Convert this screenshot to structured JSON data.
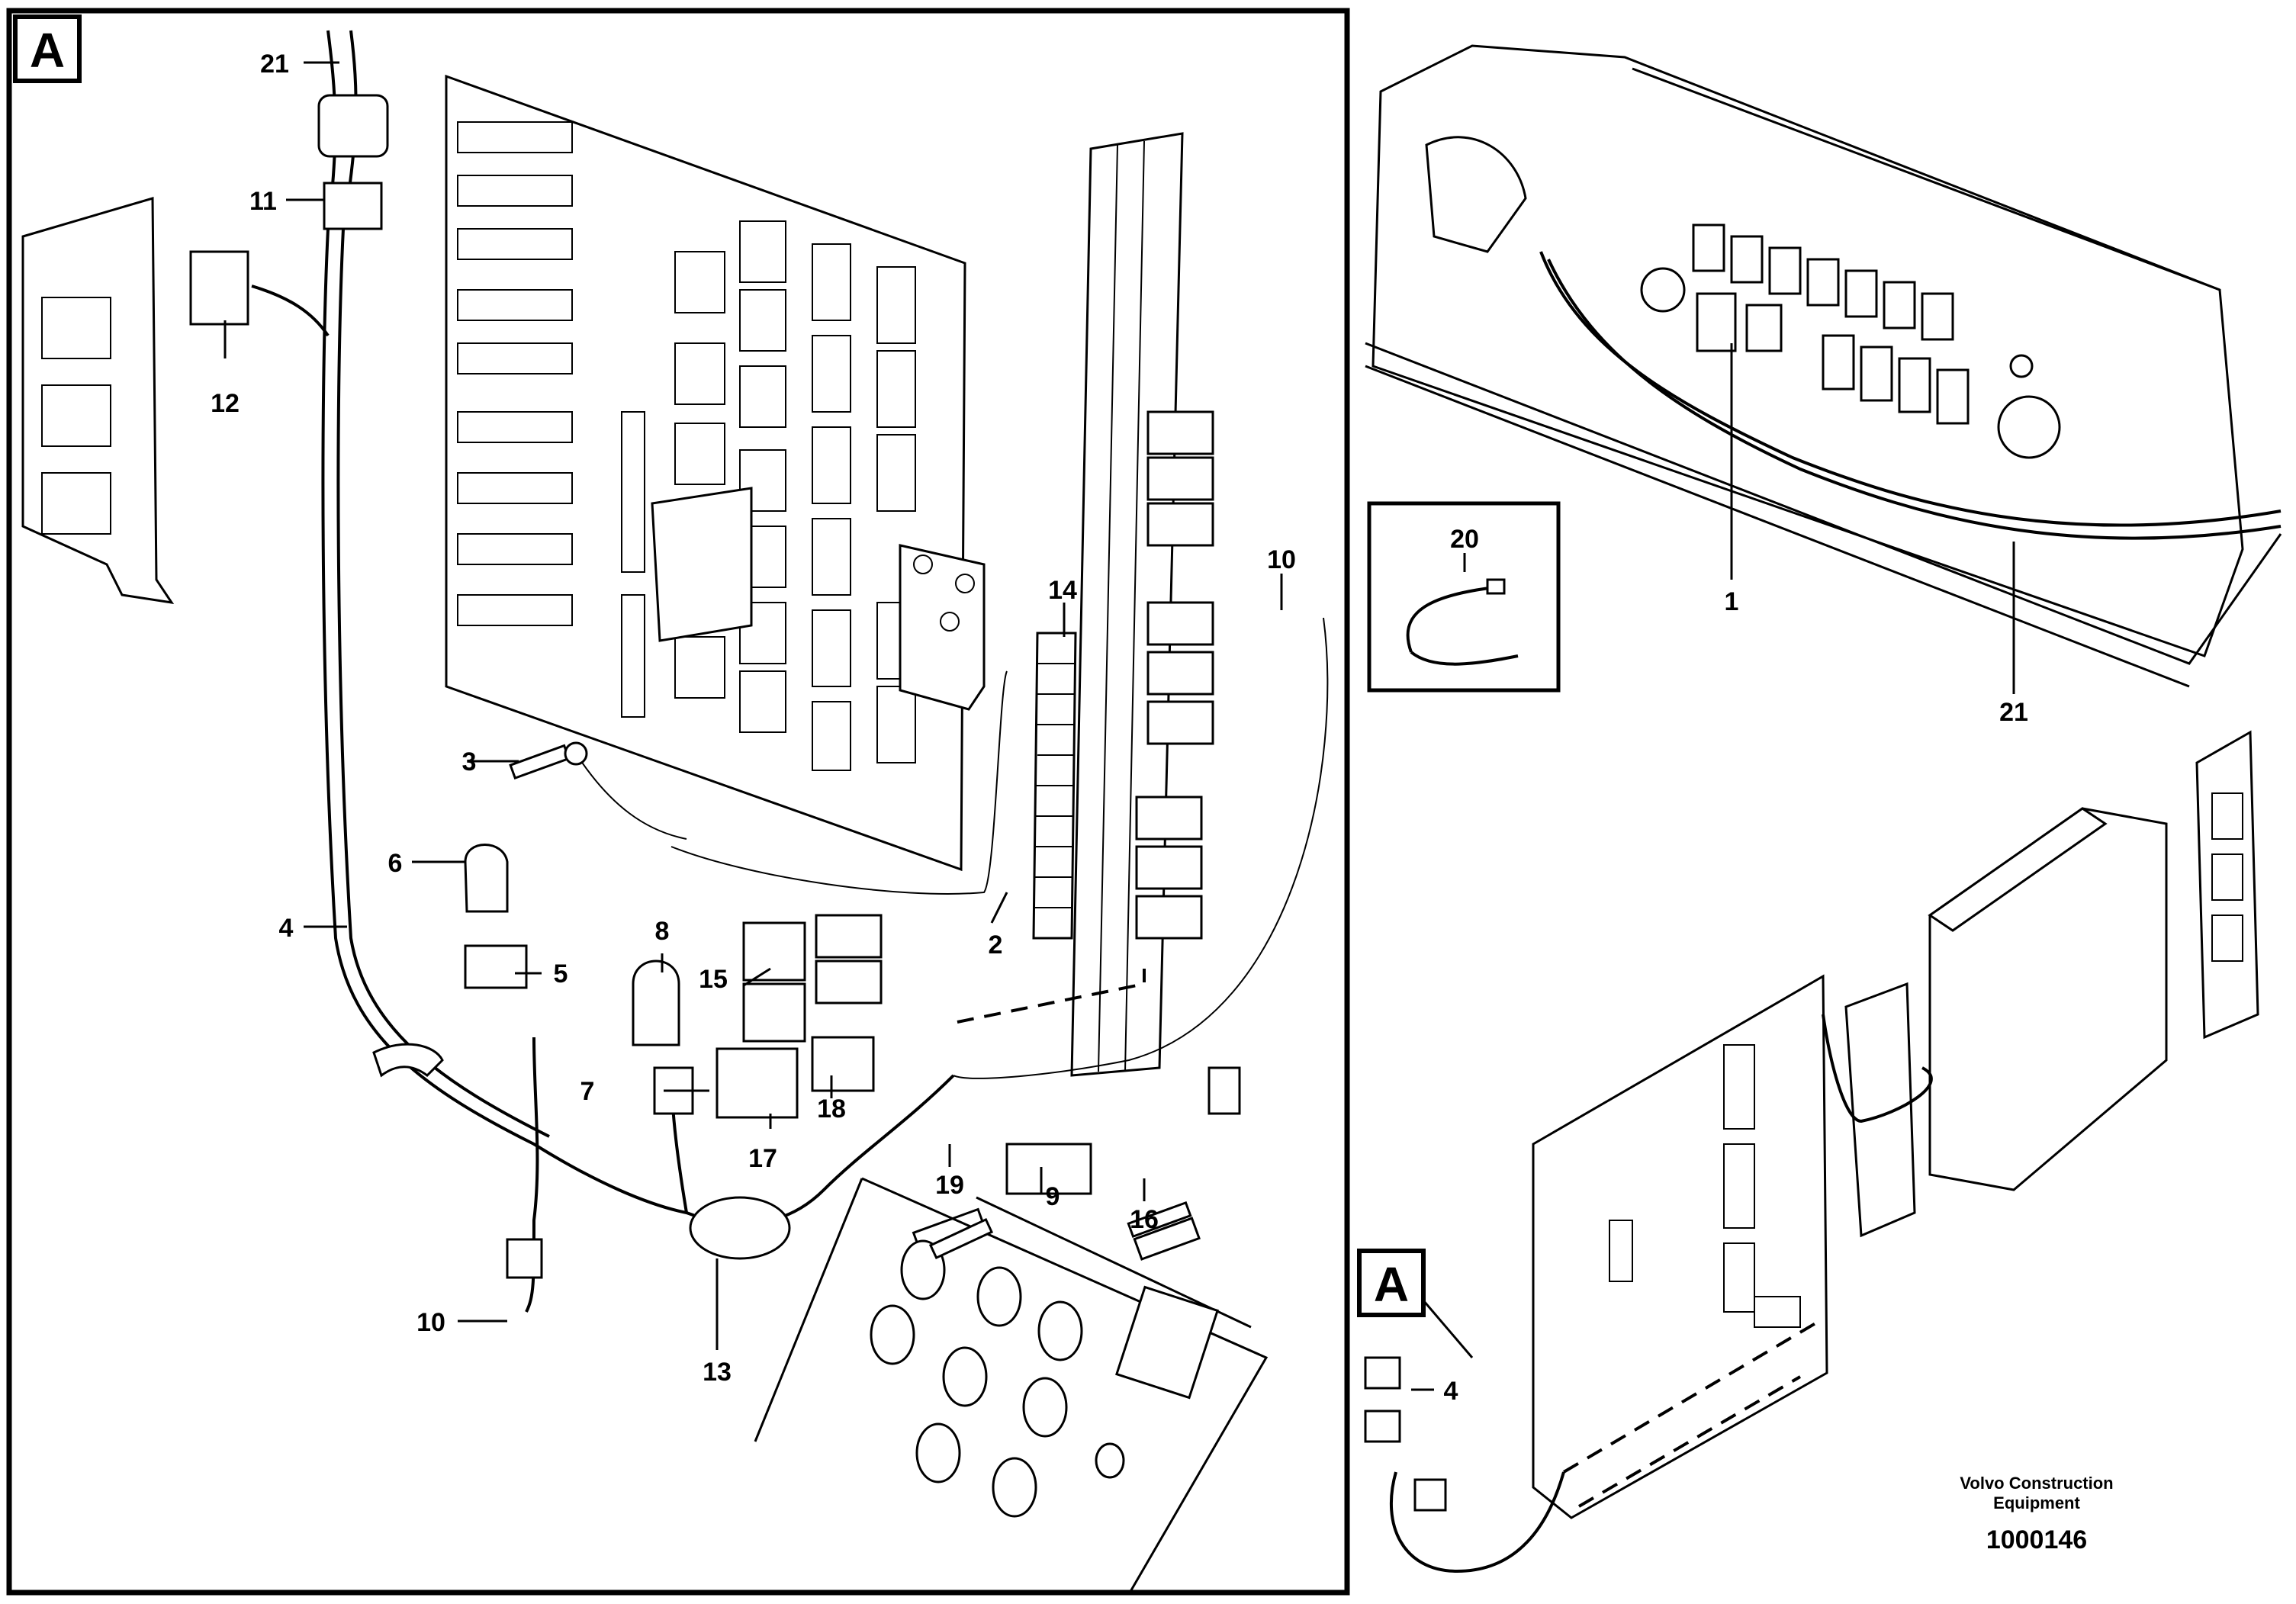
{
  "view_label": "A",
  "inset_view_label": "A",
  "callouts": {
    "c1": "1",
    "c2": "2",
    "c3": "3",
    "c4": "4",
    "c4b": "4",
    "c5": "5",
    "c6": "6",
    "c7": "7",
    "c8": "8",
    "c9": "9",
    "c10": "10",
    "c10b": "10",
    "c11": "11",
    "c12": "12",
    "c13": "13",
    "c14": "14",
    "c15": "15",
    "c16": "16",
    "c17": "17",
    "c18": "18",
    "c19": "19",
    "c20": "20",
    "c21": "21",
    "c21b": "21"
  },
  "credit_line1": "Volvo Construction",
  "credit_line2": "Equipment",
  "drawing_number": "1000146"
}
